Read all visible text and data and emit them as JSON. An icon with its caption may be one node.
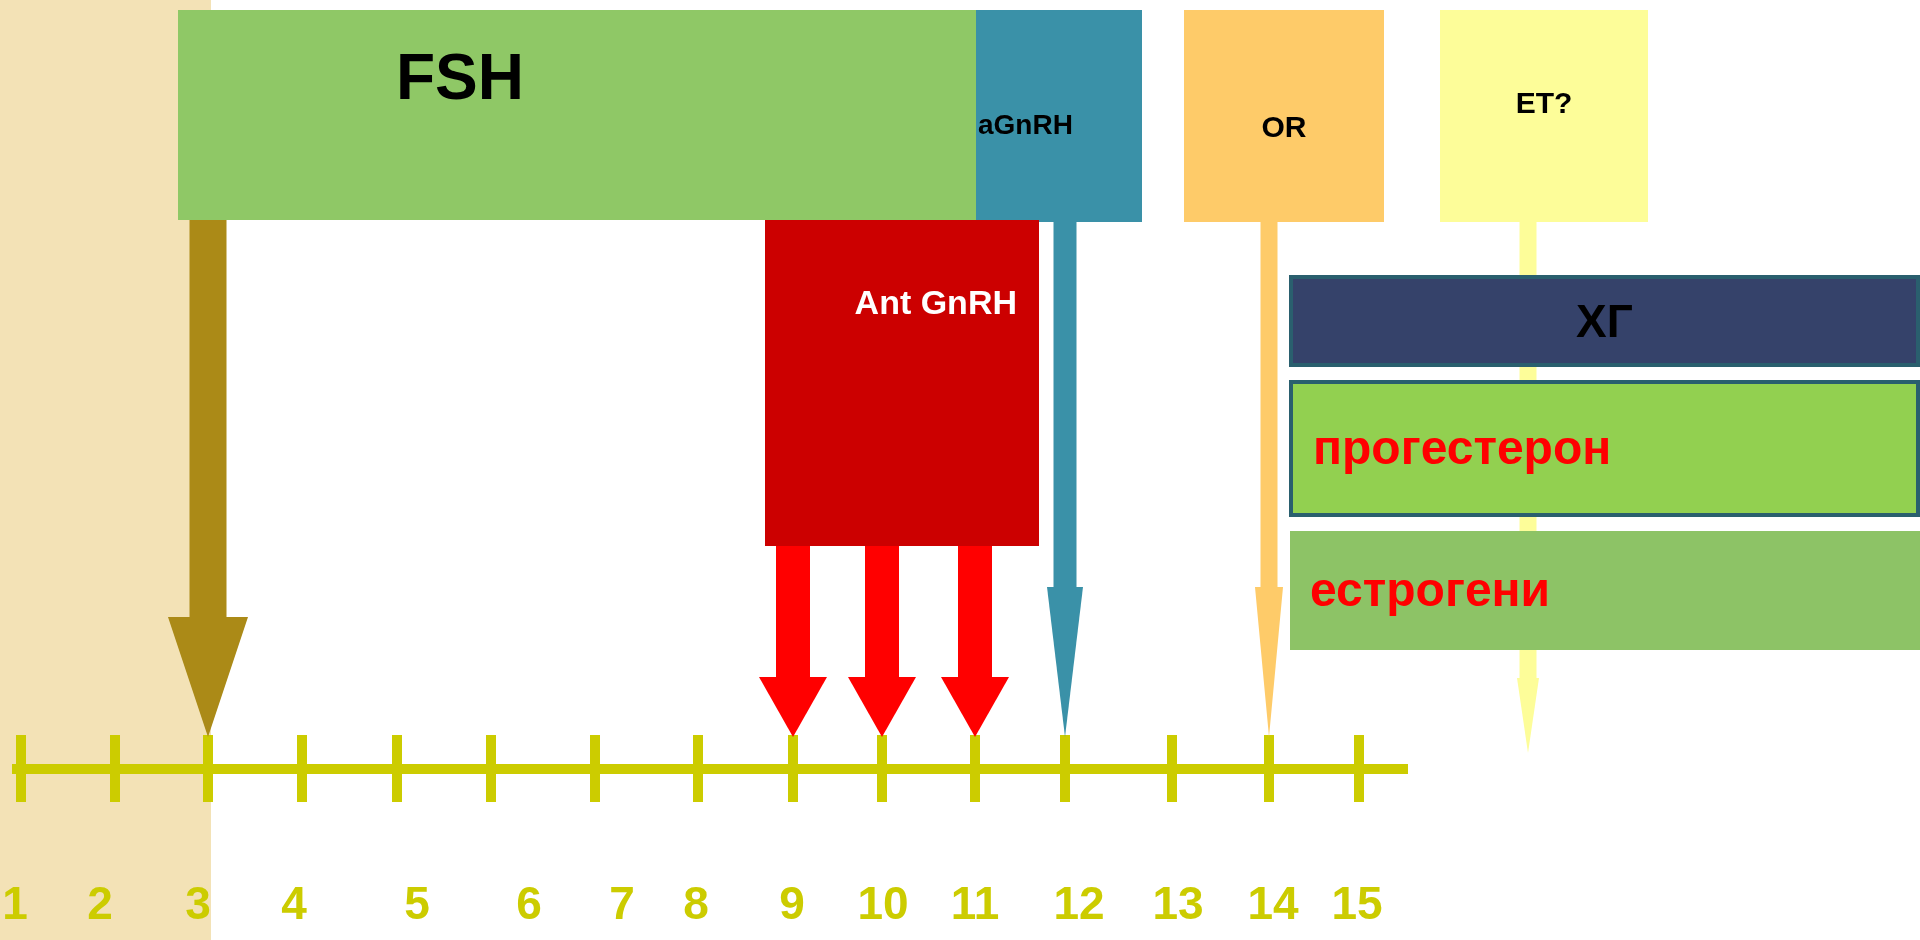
{
  "diagram": {
    "nodes": [
      {
        "text": [
          "FSH"
        ]
      },
      {
        "text": [
          "aGnRH"
        ]
      },
      {
        "text": [
          "OR"
        ]
      },
      {
        "text": [
          "ET?"
        ]
      },
      {
        "text": [
          "Ant GnRH"
        ]
      },
      {
        "text": [
          "ХГ"
        ]
      },
      {
        "text": [
          "прогестерон"
        ]
      },
      {
        "text": [
          "естрогени"
        ]
      },
      {
        "text": [],
        "shape": "bar"
      },
      {
        "text": [],
        "shape": "bar"
      },
      {
        "text": [],
        "shape": "bar"
      },
      {
        "text": [],
        "shape": "bar"
      },
      {
        "text": [],
        "shape": "bar"
      },
      {
        "text": [],
        "shape": "bar"
      },
      {
        "text": [],
        "shape": "bar"
      },
      {
        "text": [],
        "shape": "bar"
      },
      {
        "text": [],
        "shape": "bar"
      },
      {
        "text": [],
        "shape": "bar"
      },
      {
        "text": [],
        "shape": "bar"
      },
      {
        "text": [],
        "shape": "bar"
      },
      {
        "text": [],
        "shape": "bar"
      },
      {
        "text": [],
        "shape": "bar"
      },
      {
        "text": [],
        "shape": "bar"
      }
    ],
    "edges": [
      {
        "from": 0,
        "to": 10,
        "arrow": "to",
        "color": "#ab8a17"
      },
      {
        "from": 4,
        "to": 16,
        "arrow": "to"
      },
      {
        "from": 4,
        "to": 17,
        "arrow": "to"
      },
      {
        "from": 4,
        "to": 18,
        "arrow": "to"
      },
      {
        "from": 1,
        "to": 19,
        "arrow": "to",
        "color": "#3a91a8"
      },
      {
        "from": 2,
        "to": 21,
        "arrow": "to",
        "color": "#fecb69"
      },
      {
        "from": 3,
        "to": null,
        "arrow": "to",
        "color": "#fdfd99"
      }
    ],
    "labels": [
      "1",
      "2",
      "3",
      "4",
      "5",
      "6",
      "7",
      "8",
      "9",
      "10",
      "11",
      "12",
      "13",
      "14",
      "15"
    ]
  }
}
